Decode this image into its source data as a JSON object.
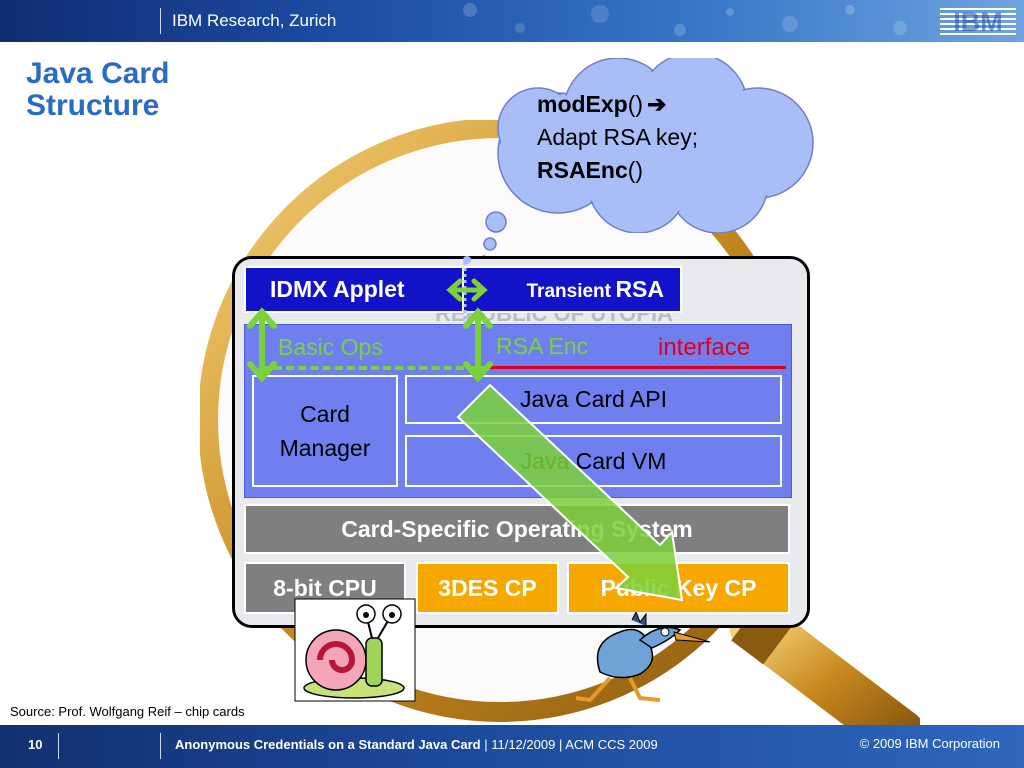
{
  "header": {
    "title": "IBM Research, Zurich",
    "logo_text": "IBM"
  },
  "slide": {
    "title_line1": "Java Card",
    "title_line2": "Structure"
  },
  "thought_cloud": {
    "line1_bold": "modExp",
    "line1_rest": "()",
    "arrow": "➔",
    "line2": "Adapt RSA key;",
    "line3_bold": "RSAEnc",
    "line3_rest": "()"
  },
  "diagram": {
    "idmx_applet": "IDMX Applet",
    "transient_small": "Transient",
    "transient_big": "RSA",
    "basic_ops": "Basic Ops",
    "rsa_enc": "RSA Enc",
    "interface": "interface",
    "card_manager_line1": "Card",
    "card_manager_line2": "Manager",
    "java_card_api": "Java Card API",
    "java_card_vm": "Java Card VM",
    "os": "Card-Specific Operating System",
    "cpu": "8-bit CPU",
    "des_cp": "3DES CP",
    "public_key_cp": "Public Key CP",
    "colors": {
      "applet_blue": "#1212c8",
      "layer_blue": "#6f7ff0",
      "gray": "#7f7f7f",
      "orange": "#f6a800",
      "green_arrow": "#7bd13a",
      "interface_red": "#e0001a"
    }
  },
  "source": "Source: Prof. Wolfgang Reif – chip cards",
  "footer": {
    "page_number": "10",
    "talk_title": "Anonymous Credentials on a Standard Java Card",
    "sep": "|",
    "date": "11/12/2009",
    "venue": "ACM CCS 2009",
    "copyright": "© 2009 IBM Corporation"
  }
}
